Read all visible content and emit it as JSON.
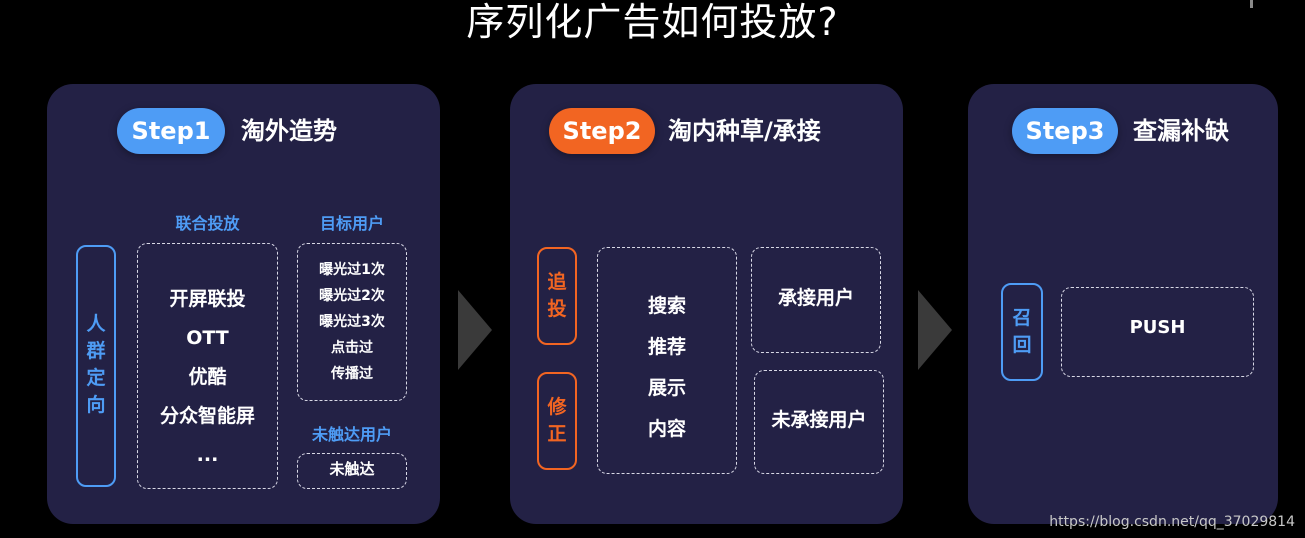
{
  "title": "序列化广告如何投放?",
  "step1": {
    "pill": "Step1",
    "name": "淘外造势",
    "vertical": [
      "人",
      "群",
      "定",
      "向"
    ],
    "joint_label": "联合投放",
    "joint_items": [
      "开屏联投",
      "OTT",
      "优酷",
      "分众智能屏",
      "..."
    ],
    "target_label": "目标用户",
    "target_items": [
      "曝光过1次",
      "曝光过2次",
      "曝光过3次",
      "点击过",
      "传播过"
    ],
    "unreached_label": "未触达用户",
    "unreached_item": "未触达"
  },
  "step2": {
    "pill": "Step2",
    "name": "淘内种草/承接",
    "track": [
      "追",
      "投"
    ],
    "fix": [
      "修",
      "正"
    ],
    "items": [
      "搜索",
      "推荐",
      "展示",
      "内容"
    ],
    "accepted": "承接用户",
    "not_accepted": "未承接用户"
  },
  "step3": {
    "pill": "Step3",
    "name": "查漏补缺",
    "recall": [
      "召",
      "回"
    ],
    "push": "PUSH"
  },
  "watermark": "https://blog.csdn.net/qq_37029814",
  "colors": {
    "blue": "#4e9cf5",
    "orange": "#f26522",
    "panel": "#232145",
    "background": "#000000"
  }
}
